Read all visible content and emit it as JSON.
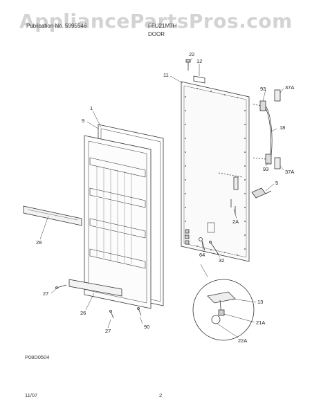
{
  "watermark": "AppliancePartsPros.com",
  "header": {
    "left": "Publication No. 5995546",
    "model": "FFU21M7H",
    "section": "DOOR"
  },
  "footer": {
    "figure_code": "P08D0504",
    "date": "11/07",
    "page": "2"
  },
  "callouts": {
    "p22": "22",
    "p12": "12",
    "p11": "11",
    "p1": "1",
    "p9": "9",
    "p93a": "93",
    "p37a_top": "37A",
    "p18": "18",
    "p93b": "93",
    "p37a_bot": "37A",
    "p5": "5",
    "p2a": "2A",
    "p28": "28",
    "p64": "64",
    "p32": "32",
    "p27a": "27",
    "p26": "26",
    "p27b": "27",
    "p90": "90",
    "p13": "13",
    "p21a": "21A",
    "p22a": "22A"
  }
}
